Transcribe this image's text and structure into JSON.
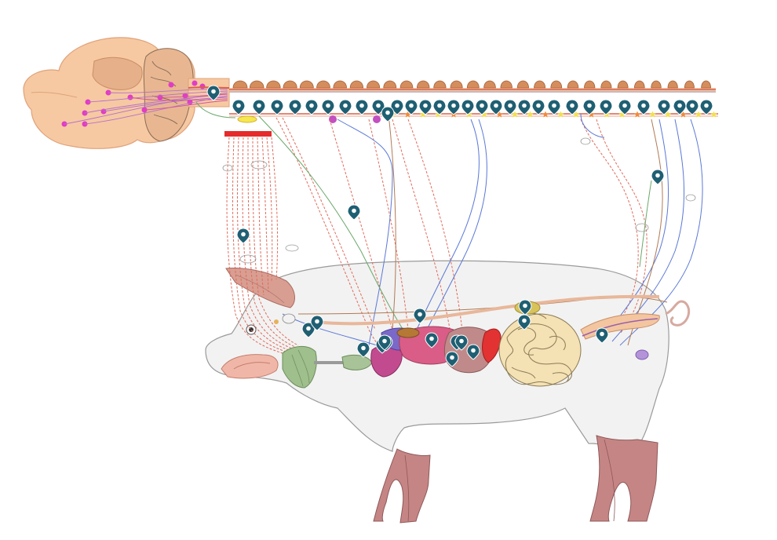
{
  "diagram": {
    "subject": "pig",
    "colors": {
      "background": "#ffffff",
      "brain": "#f6c9a2",
      "brain_outline": "#e0a27a",
      "body_fill": "#f2f2f2",
      "body_outline": "#9a9a9a",
      "spinal_cord": "#d9604a",
      "vertebra": "#d58d5c",
      "marker": "#1f5f73",
      "node_magenta": "#e23bc6",
      "nerve_red": "#e06a5a",
      "nerve_blue": "#5a78d6",
      "nerve_green": "#6aa86a",
      "nerve_brown": "#b07a55",
      "leg": "#b96f6f",
      "intestine": "#f4e1b4",
      "star": "#f2e14a"
    },
    "markers": [
      {
        "id": "brainstem"
      },
      {
        "id": "dorsal-root-ganglion-1"
      },
      {
        "id": "dorsal-root-ganglion-2"
      },
      {
        "id": "dorsal-root-ganglion-3"
      },
      {
        "id": "dorsal-root-ganglion-4"
      },
      {
        "id": "dorsal-root-ganglion-5"
      },
      {
        "id": "dorsal-root-ganglion-6"
      },
      {
        "id": "dorsal-root-ganglion-7"
      },
      {
        "id": "dorsal-root-ganglion-8"
      },
      {
        "id": "dorsal-root-ganglion-9"
      },
      {
        "id": "dorsal-root-ganglion-10"
      },
      {
        "id": "dorsal-root-ganglion-11"
      },
      {
        "id": "dorsal-root-ganglion-12"
      },
      {
        "id": "dorsal-root-ganglion-13"
      },
      {
        "id": "dorsal-root-ganglion-14"
      },
      {
        "id": "dorsal-root-ganglion-15"
      },
      {
        "id": "dorsal-root-ganglion-16"
      },
      {
        "id": "dorsal-root-ganglion-17"
      },
      {
        "id": "dorsal-root-ganglion-18"
      },
      {
        "id": "dorsal-root-ganglion-19"
      },
      {
        "id": "dorsal-root-ganglion-20"
      },
      {
        "id": "dorsal-root-ganglion-21"
      },
      {
        "id": "dorsal-root-ganglion-22"
      },
      {
        "id": "dorsal-root-ganglion-23"
      },
      {
        "id": "dorsal-root-ganglion-24"
      },
      {
        "id": "dorsal-root-ganglion-25"
      },
      {
        "id": "dorsal-root-ganglion-26"
      },
      {
        "id": "dorsal-root-ganglion-27"
      },
      {
        "id": "dorsal-root-ganglion-28"
      },
      {
        "id": "dorsal-root-ganglion-29"
      },
      {
        "id": "dorsal-root-ganglion-30"
      },
      {
        "id": "sympathetic-chain"
      },
      {
        "id": "vagus-nerve"
      },
      {
        "id": "cervical-nerves"
      },
      {
        "id": "pelvic-nerve"
      },
      {
        "id": "larynx"
      },
      {
        "id": "trachea"
      },
      {
        "id": "heart-1"
      },
      {
        "id": "heart-2"
      },
      {
        "id": "lung"
      },
      {
        "id": "stomach"
      },
      {
        "id": "liver"
      },
      {
        "id": "spleen-1"
      },
      {
        "id": "spleen-2"
      },
      {
        "id": "pancreas"
      },
      {
        "id": "duodenum"
      },
      {
        "id": "kidney-1"
      },
      {
        "id": "kidney-2"
      },
      {
        "id": "colon"
      },
      {
        "id": "bladder"
      }
    ]
  }
}
